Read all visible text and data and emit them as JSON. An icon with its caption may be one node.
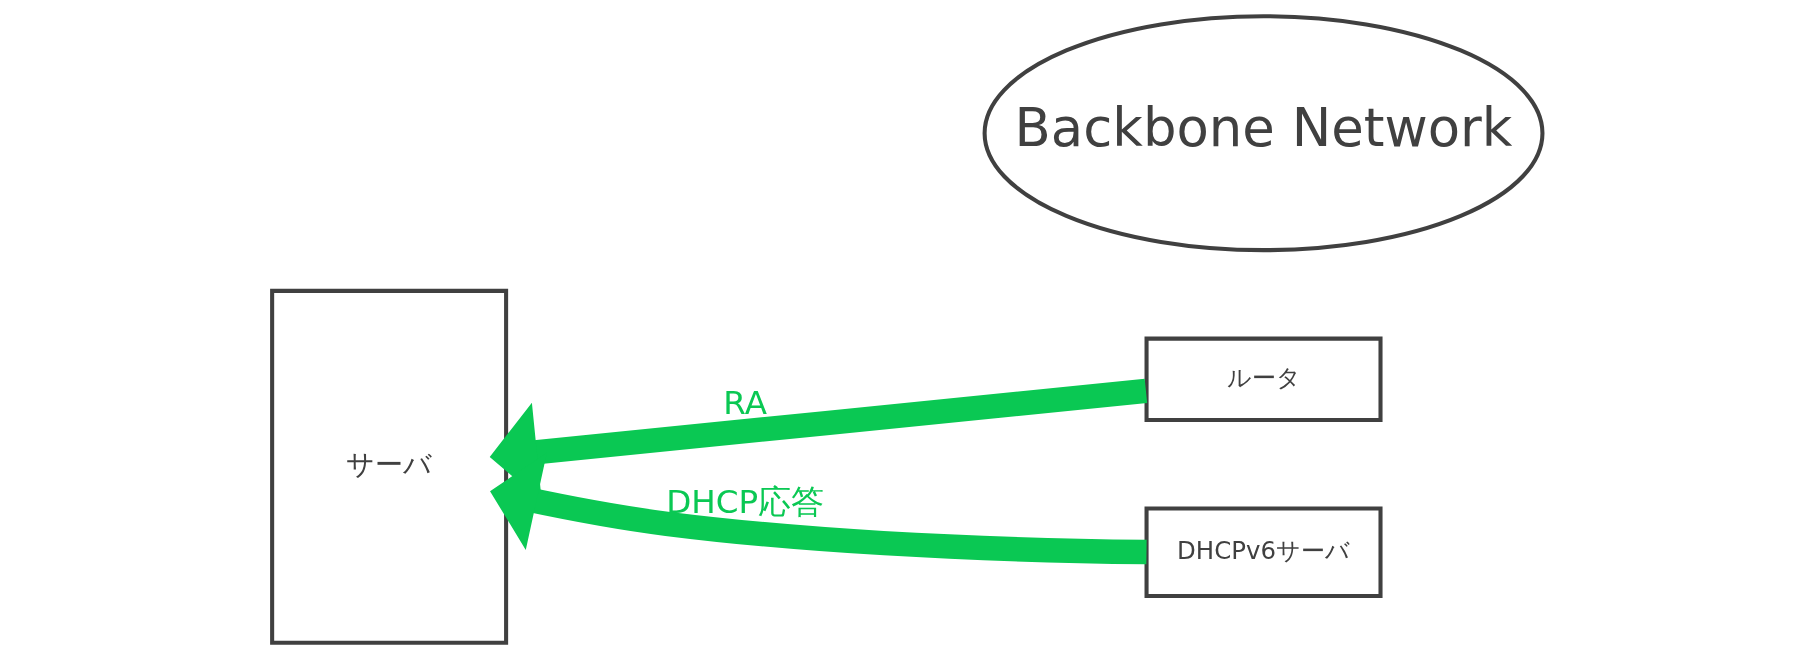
{
  "diagram": {
    "nodes": [
      {
        "text": [
          "サーバ"
        ]
      },
      {
        "text": [
          "ルータ"
        ]
      },
      {
        "text": [
          "Backbone Network"
        ]
      },
      {
        "text": [
          "DHCPv6サーバ"
        ]
      }
    ],
    "edges": [
      {
        "from": 1,
        "to": 0,
        "arrow": "to",
        "label": "RA"
      },
      {
        "from": 3,
        "to": 0,
        "arrow": "to",
        "label": "DHCP応答"
      }
    ]
  }
}
